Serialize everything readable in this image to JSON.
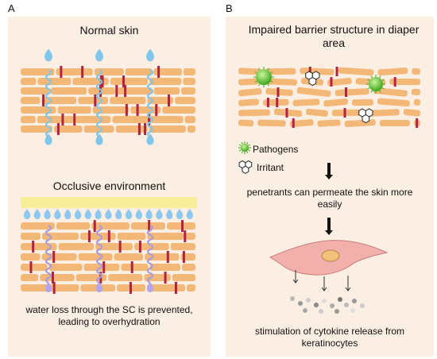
{
  "panel_a": {
    "label": "A",
    "top_title": "Normal skin",
    "bottom_title": "Occlusive environment",
    "bottom_caption": "water loss through the SC is prevented, leading to overhydration"
  },
  "panel_b": {
    "label": "B",
    "title": "Impaired barrier structure in diaper area",
    "legend": [
      {
        "label": "Pathogens",
        "icon": "pathogen-icon"
      },
      {
        "label": "Irritant",
        "icon": "irritant-icon"
      }
    ],
    "penetrants_text": "penetrants can permeate the skin more easily",
    "cytokine_text": "stimulation of cytokine release from keratinocytes"
  },
  "colors": {
    "panel_bg": "#fbeee2",
    "corneocyte": "#f3b877",
    "lipid_marker": "#b0243f",
    "water": "#7fc6ea",
    "occlusive_layer": "#f7ee9a",
    "pathogen": "#6fcf3a",
    "cell": "#f1b0ac",
    "arrow": "#111111"
  }
}
